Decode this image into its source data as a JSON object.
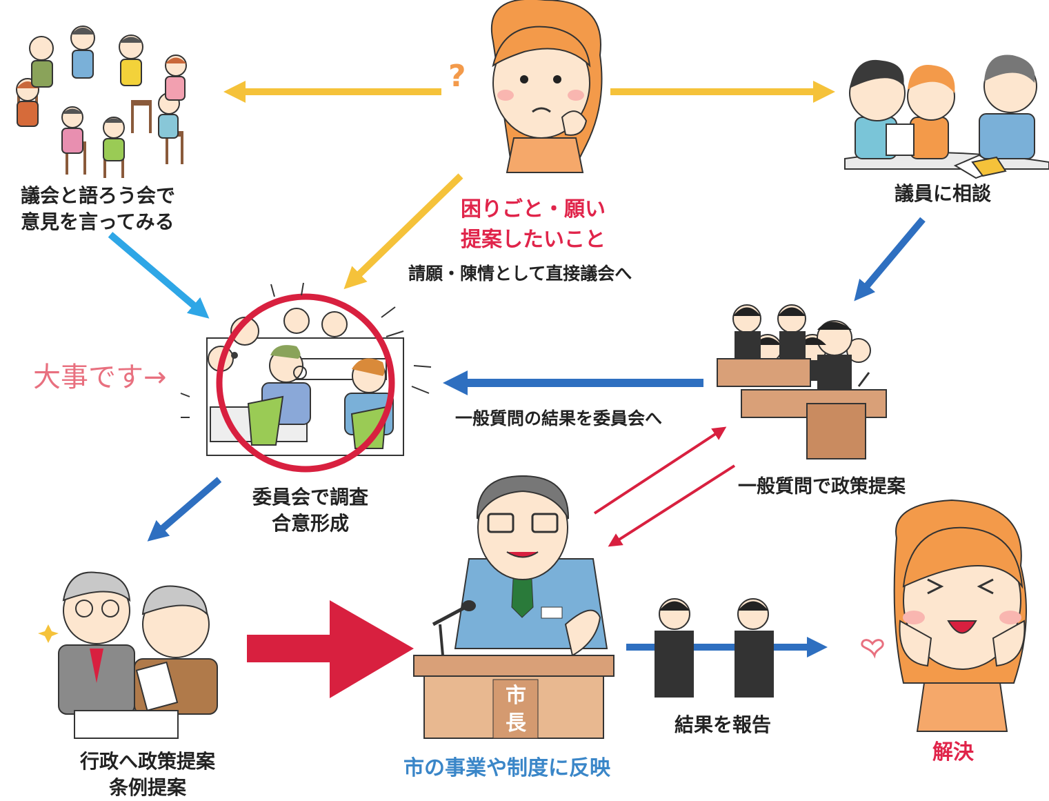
{
  "nodes": {
    "talk_meeting": {
      "lines": [
        "議会と語ろう会で",
        "意見を言ってみる"
      ]
    },
    "worry": {
      "lines": [
        "困りごと・願い",
        "提案したいこと"
      ]
    },
    "consult": {
      "lines": [
        "議員に相談"
      ]
    },
    "petition": {
      "text": "請願・陳情として直接議会へ"
    },
    "important": {
      "text": "大事です→"
    },
    "committee_result": {
      "text": "一般質問の結果を委員会へ"
    },
    "committee": {
      "lines": [
        "委員会で調査",
        "合意形成"
      ]
    },
    "general_question": {
      "text": "一般質問で政策提案"
    },
    "admin": {
      "lines": [
        "行政へ政策提案",
        "条例提案"
      ]
    },
    "reflect": {
      "text": "市の事業や制度に反映"
    },
    "report": {
      "text": "結果を報告"
    },
    "solved": {
      "text": "解決"
    },
    "podium": {
      "chars": [
        "市",
        "長"
      ]
    },
    "question_mark": "?"
  },
  "colors": {
    "yellow_arrow": "#f5c23a",
    "blue_arrow": "#2ea6e6",
    "dark_blue_arrow": "#2e6fc0",
    "red_arrow": "#d8203f",
    "label_red": "#e0244a",
    "label_blue": "#3a86c8",
    "note_pink": "#e8707f",
    "hair_orange": "#f39a4a",
    "skin": "#fde6cf"
  }
}
